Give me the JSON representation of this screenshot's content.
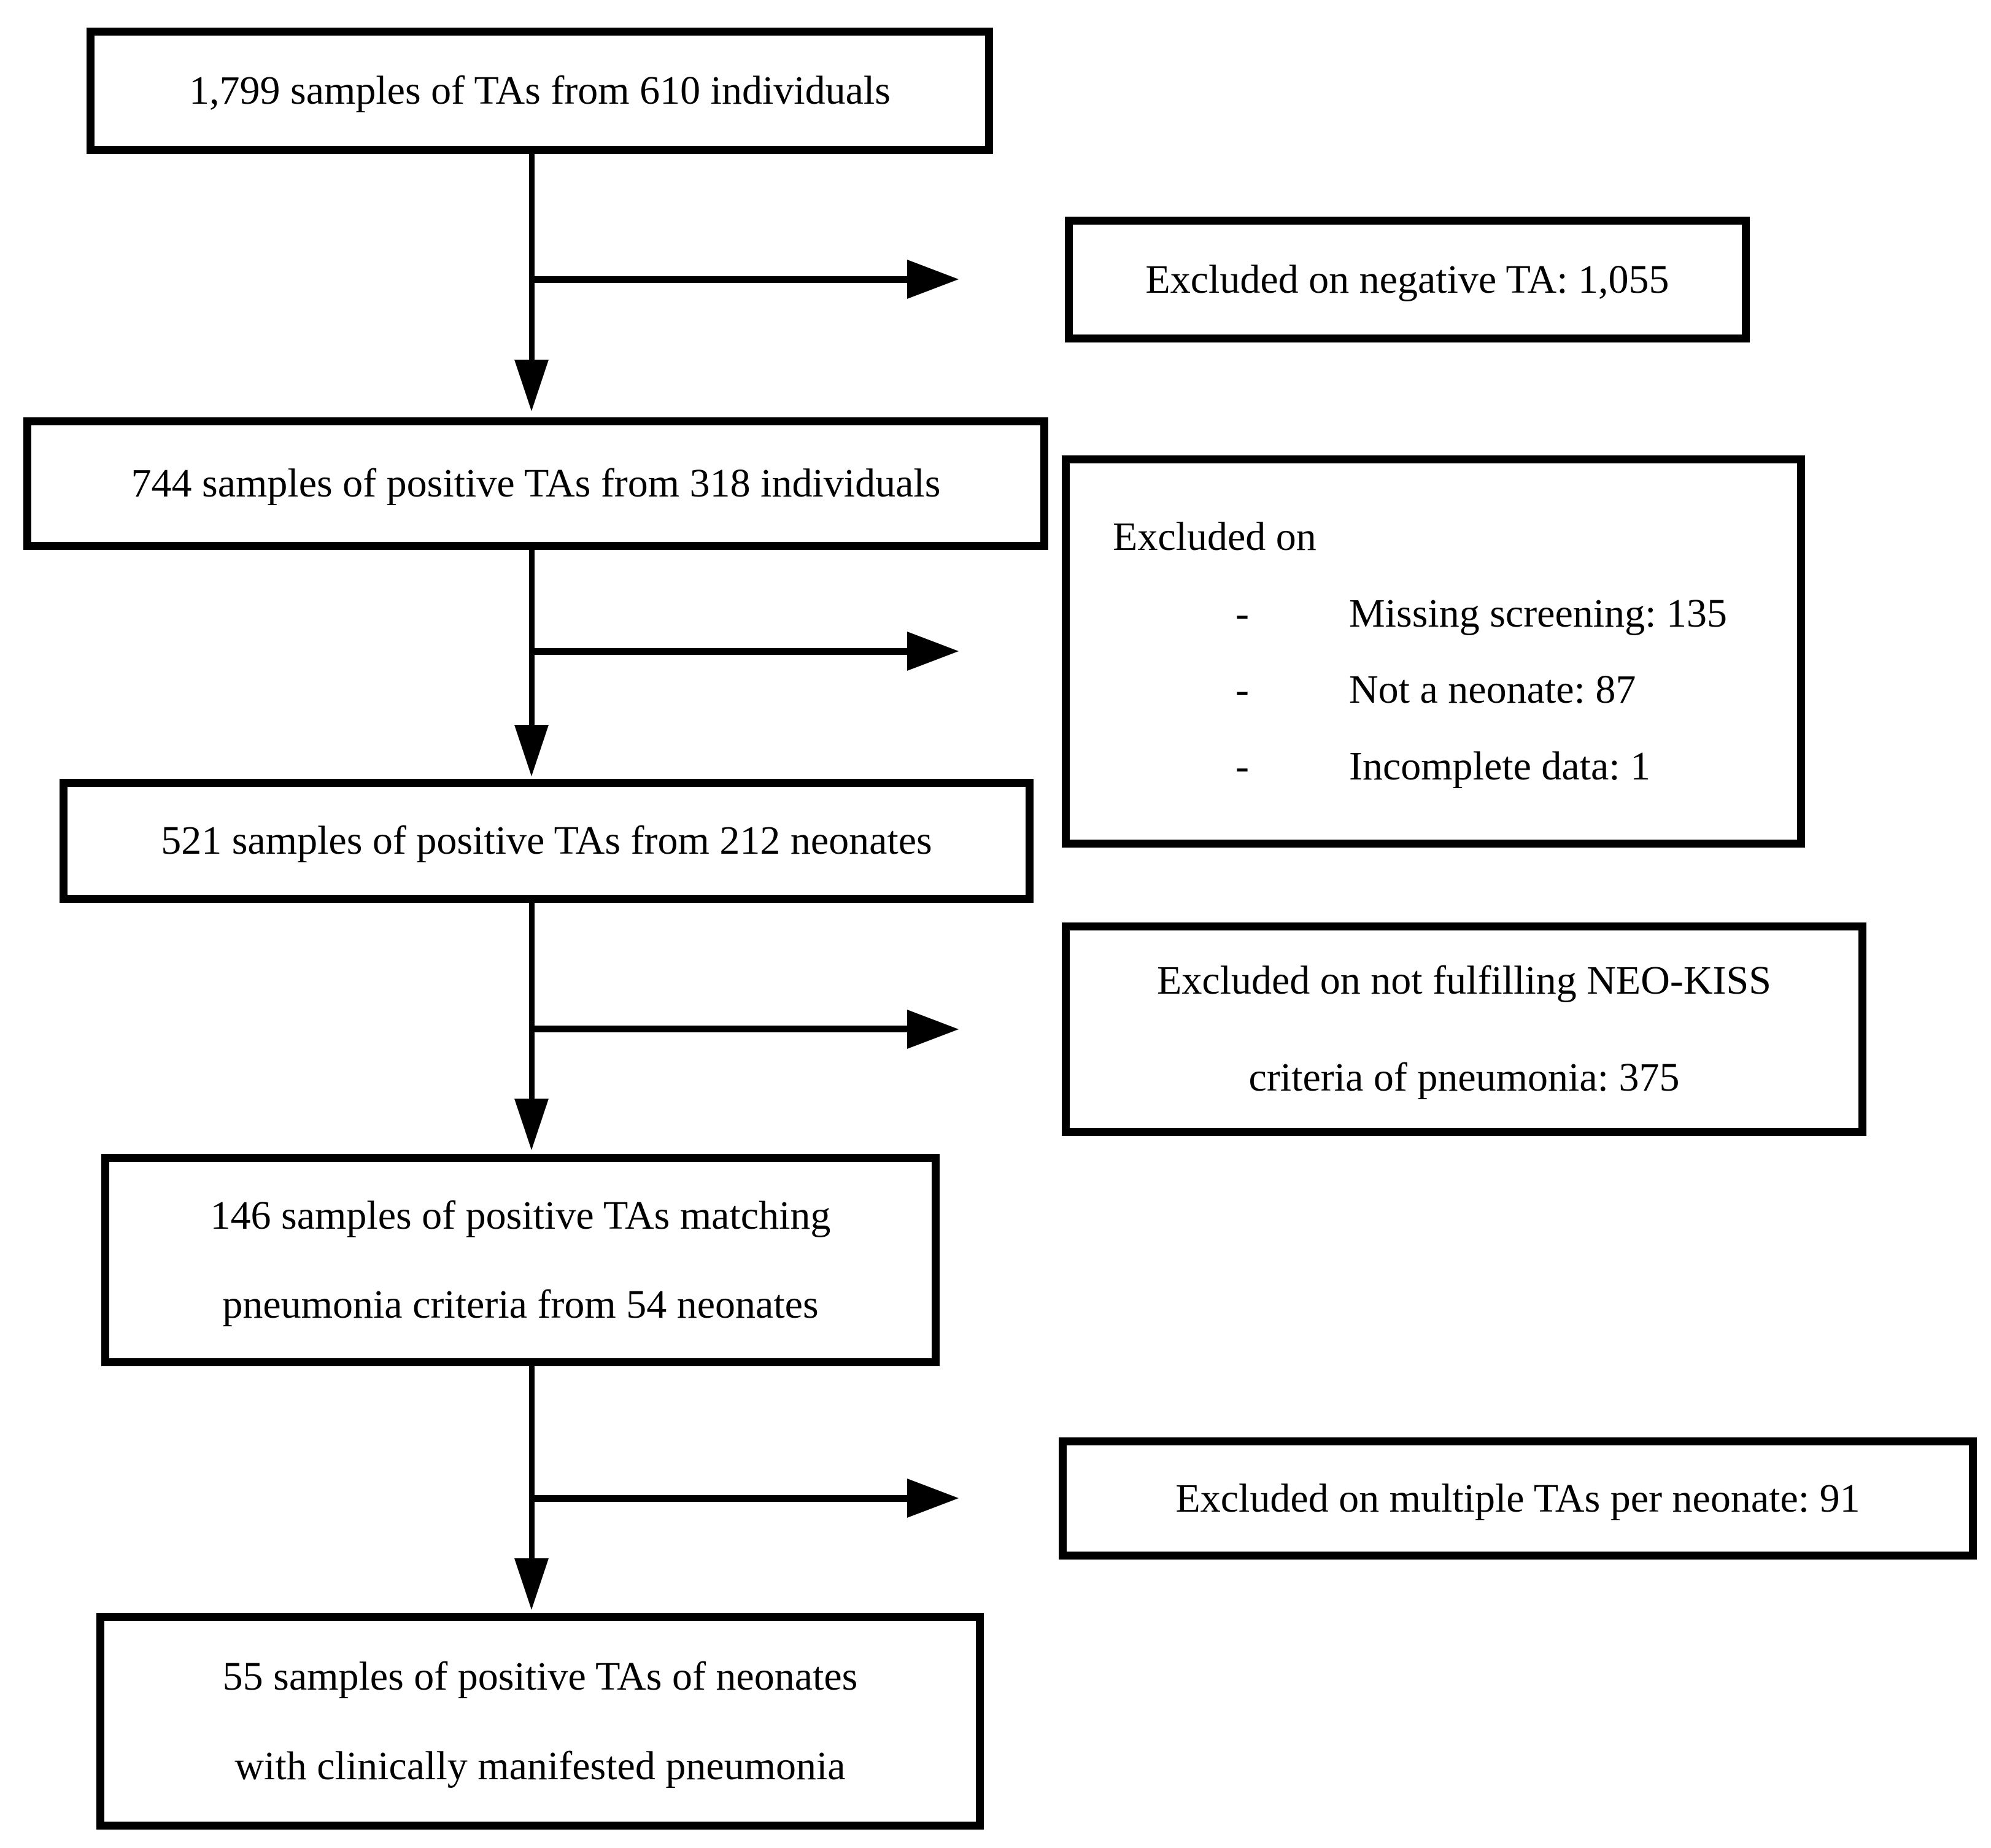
{
  "figure": {
    "type": "study-flowchart",
    "background_color": "#ffffff",
    "line_color": "#000000",
    "main_flow": [
      {
        "lines": [
          "1,799 samples of TAs from 610 individuals"
        ]
      },
      {
        "lines": [
          "744 samples of positive TAs from 318 individuals"
        ]
      },
      {
        "lines": [
          "521 samples of positive TAs from 212 neonates"
        ]
      },
      {
        "lines": [
          "146 samples of positive TAs matching",
          "pneumonia criteria from 54 neonates"
        ]
      },
      {
        "lines": [
          "55 samples of positive TAs of neonates",
          "with clinically manifested pneumonia"
        ]
      }
    ],
    "exclusions": [
      {
        "lines": [
          "Excluded on negative TA: 1,055"
        ]
      },
      {
        "title": "Excluded on",
        "bullet": "-",
        "items": [
          "Missing screening: 135",
          "Not a neonate: 87",
          "Incomplete data: 1"
        ]
      },
      {
        "lines": [
          "Excluded on not fulfilling NEO-KISS",
          "criteria of pneumonia: 375"
        ]
      },
      {
        "lines": [
          "Excluded on multiple TAs per neonate: 91"
        ]
      }
    ]
  }
}
